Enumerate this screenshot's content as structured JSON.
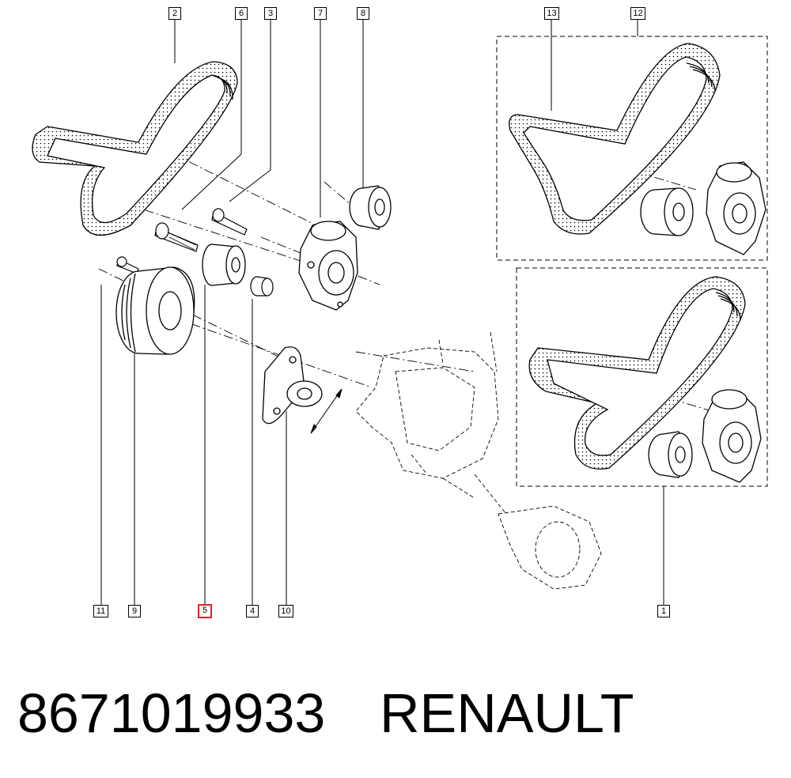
{
  "callouts": [
    {
      "id": "c2",
      "label": "2"
    },
    {
      "id": "c6",
      "label": "6"
    },
    {
      "id": "c3",
      "label": "3"
    },
    {
      "id": "c7",
      "label": "7"
    },
    {
      "id": "c8",
      "label": "8"
    },
    {
      "id": "c13",
      "label": "13"
    },
    {
      "id": "c12",
      "label": "12"
    },
    {
      "id": "c11",
      "label": "11"
    },
    {
      "id": "c9",
      "label": "9"
    },
    {
      "id": "c5",
      "label": "5",
      "highlighted": true
    },
    {
      "id": "c4",
      "label": "4"
    },
    {
      "id": "c10",
      "label": "10"
    },
    {
      "id": "c1",
      "label": "1"
    }
  ],
  "caption": {
    "part_number": "8671019933",
    "brand": "RENAULT"
  },
  "colors": {
    "line": "#000000",
    "highlight": "#e0202a",
    "background": "#ffffff"
  }
}
